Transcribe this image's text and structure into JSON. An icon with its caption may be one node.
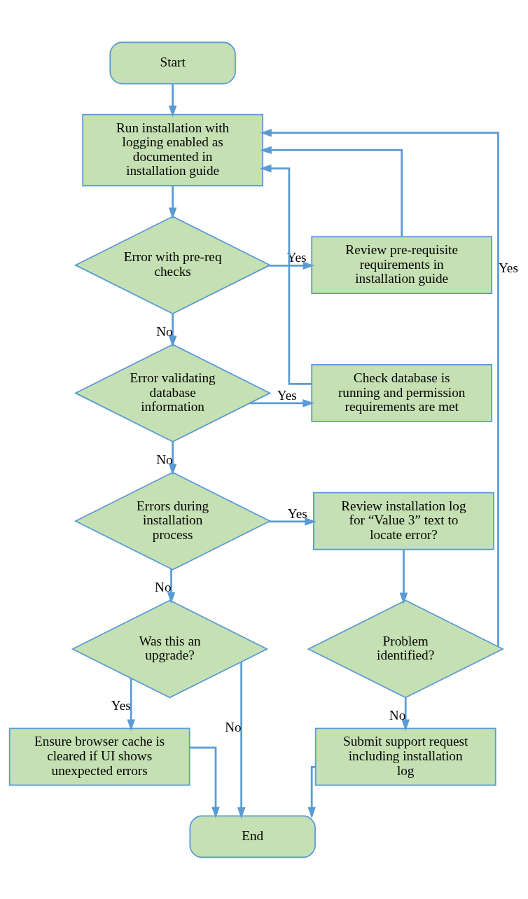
{
  "diagram": {
    "nodes": [
      {
        "text": [
          "Start"
        ]
      },
      {
        "text": [
          "Run installation with logging enabled as documented in installation guide"
        ]
      },
      {
        "text": [
          "Error with pre-req checks"
        ]
      },
      {
        "text": [
          "Review pre-requisite requirements in installation guide"
        ]
      },
      {
        "text": [
          "Error validating database information"
        ]
      },
      {
        "text": [
          "Check database is running and permission requirements are met"
        ]
      },
      {
        "text": [
          "Errors during installation process"
        ]
      },
      {
        "text": [
          "Review installation log for “Value 3” text to locate error?"
        ]
      },
      {
        "text": [
          "Problem identified?"
        ]
      },
      {
        "text": [
          "Was this an upgrade?"
        ]
      },
      {
        "text": [
          "Submit support request including installation log"
        ]
      },
      {
        "text": [
          "Ensure browser cache is cleared if UI shows unexpected errors"
        ]
      },
      {
        "text": [
          "End"
        ]
      }
    ],
    "edges": [
      {
        "from": 0,
        "to": 1,
        "arrow": "to"
      },
      {
        "from": 1,
        "to": 2,
        "arrow": "to"
      },
      {
        "from": 2,
        "to": 3,
        "arrow": "to",
        "label": "Yes"
      },
      {
        "from": 2,
        "to": 4,
        "arrow": "to",
        "label": "No"
      },
      {
        "from": 3,
        "to": 1,
        "arrow": "to"
      },
      {
        "from": 4,
        "to": 5,
        "arrow": "to",
        "label": "Yes"
      },
      {
        "from": 4,
        "to": 6,
        "arrow": "to",
        "label": "No"
      },
      {
        "from": 5,
        "to": 1,
        "arrow": "to"
      },
      {
        "from": 6,
        "to": 7,
        "arrow": "to",
        "label": "Yes"
      },
      {
        "from": 6,
        "to": 9,
        "arrow": "to",
        "label": "No"
      },
      {
        "from": 7,
        "to": 8,
        "arrow": "to"
      },
      {
        "from": 8,
        "to": 1,
        "arrow": "to",
        "label": "Yes"
      },
      {
        "from": 8,
        "to": 10,
        "arrow": "to",
        "label": "No"
      },
      {
        "from": 9,
        "to": 11,
        "arrow": "to",
        "label": "Yes"
      },
      {
        "from": 9,
        "to": 12,
        "arrow": "to",
        "label": "No"
      },
      {
        "from": 10,
        "to": 12,
        "arrow": "to"
      },
      {
        "from": 11,
        "to": 12,
        "arrow": "to"
      }
    ]
  }
}
